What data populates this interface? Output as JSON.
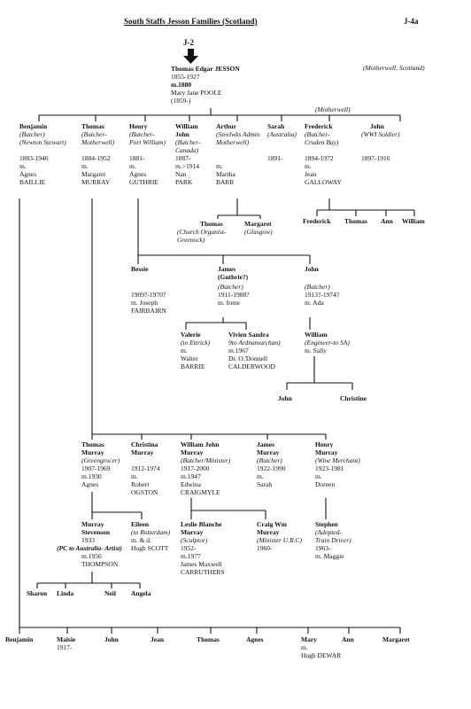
{
  "header": {
    "title": "South Staffs Jesson Families (Scotland)",
    "page_id": "J-4a",
    "ref": "J-2",
    "region_note": "(Motherwell, Scotland)"
  },
  "root": {
    "name": "Thomas Edgar JESSON",
    "dates": "1855-1927",
    "marriage": "m.1880",
    "spouse": "Mary Jane POOLE",
    "spouse_dates": "(1859-)"
  },
  "gen1_note": "(Motherwell)",
  "gen1": [
    {
      "name": "Benjamin",
      "occ": "(Butcher)\n(Newton Stewart)",
      "details": "1883-1946\nm.\nAgnes\nBAILLIE"
    },
    {
      "name": "Thomas",
      "occ": "(Butcher-\nMotherwell)",
      "details": "1884-1952\nm.\nMargaret\nMURRAY"
    },
    {
      "name": "Henry",
      "occ": "(Butcher-\nPort William)",
      "details": "1881-\nm.\nAgnes\nGUTHRIE"
    },
    {
      "name": "William\nJohn",
      "occ": "(Butcher-\nCanada)",
      "details": "1887-\nm.>1914\nNan\nPARK"
    },
    {
      "name": "Arthur",
      "occ": "(Steelwks Admin\nMotherwell)",
      "details": "m.\nMartha\nBARR"
    },
    {
      "name": "Sarah",
      "occ": "(Australia)",
      "details": "1891-"
    },
    {
      "name": "Frederick",
      "occ": "(Butcher-\nCruden Bay)",
      "details": "1894-1972\nm.\nJean\nGALLOWAY"
    },
    {
      "name": "John",
      "occ": "(WWI Soldier)",
      "details": "1897-1916"
    }
  ],
  "arthur_children": [
    {
      "name": "Thomas",
      "occ": "(Church Organist-\nGreenock)"
    },
    {
      "name": "Margaret",
      "occ": "(Glasgow)"
    }
  ],
  "frederick_children": [
    "Frederick",
    "Thomas",
    "Ann",
    "William"
  ],
  "henry_children": [
    {
      "name": "Bessie",
      "occ": "",
      "details": "1909?-1970?\nm. Joseph\nFAIRBAIRN"
    },
    {
      "name": "James\n(Guthrie?)",
      "occ": "(Butcher)",
      "details": "1911-1988?\nm. Irene"
    },
    {
      "name": "John",
      "occ": "(Butcher)",
      "details": "1913?-1974?\nm. Ada"
    }
  ],
  "james_children": [
    {
      "name": "Valerie",
      "occ": "(to Ettrick)",
      "details": "m.\nWalter\nBARRIE"
    },
    {
      "name": "Vivien Sandra",
      "occ": "9to Ardnamurchan)",
      "details": "m.1967\nDr. O.'Donnell\nCALDERWOOD"
    }
  ],
  "john_child": {
    "name": "William",
    "occ": "(Engineer-to SA)",
    "details": "m. Sally"
  },
  "william_children": [
    "John",
    "Christine"
  ],
  "thomas_children": [
    {
      "name": "Thomas\nMurray",
      "occ": "(Greengrocer)",
      "details": "1907-1969\nm.1930\nAgnes"
    },
    {
      "name": "Christina\nMurray",
      "occ": "",
      "details": "1912-1974\nm.\nRobert\nOGSTON"
    },
    {
      "name": "William John\nMurray",
      "occ": "(Butcher/Minister)",
      "details": "1917-2000\nm.1947\nEdwina\nCRAIGMYLE"
    },
    {
      "name": "James\nMurray",
      "occ": "(Butcher)",
      "details": "1922-1990\nm.\nSarah"
    },
    {
      "name": "Henry\nMurray",
      "occ": "(Wine Merchant)",
      "details": "1923-1981\nm.\nDoreen"
    }
  ],
  "thomas_murray_children": [
    {
      "name": "Murray\nStevenson",
      "occ": "",
      "details": "1933"
    },
    {
      "name": "Eileen",
      "occ": "(to Rotterdam)",
      "details": "m. & d.\nHugh SCOTT"
    }
  ],
  "murray_stevenson_extra": {
    "occ": "(PC to Australia- Artist)",
    "details": "m.1956\nTHOMPSON"
  },
  "murray_children": [
    "Sharon",
    "Linda",
    "Neil",
    "Angela"
  ],
  "william_john_murray_children": [
    {
      "name": "Leslie Blanche\nMurray",
      "occ": "(Sculptor)",
      "details": "1952-\nm.1977\nJames Maxwell\nCARRUTHERS"
    },
    {
      "name": "Craig Wm\nMurray",
      "occ": "(Minister U.R.C)",
      "details": "1960-"
    }
  ],
  "henry_murray_child": {
    "name": "Stephen",
    "occ": "(Adopted-\nTrain Driver)",
    "details": "1963-\nm. Maggie"
  },
  "benjamin_children": [
    {
      "name": "Benjamin",
      "details": ""
    },
    {
      "name": "Maisie",
      "details": "1917-"
    },
    {
      "name": "John",
      "details": ""
    },
    {
      "name": "Jean",
      "details": ""
    },
    {
      "name": "Thomas",
      "details": ""
    },
    {
      "name": "Agnes",
      "details": ""
    },
    {
      "name": "Mary",
      "details": "m.\nHugh DEWAR"
    },
    {
      "name": "Ann",
      "details": ""
    },
    {
      "name": "Margaret",
      "details": ""
    }
  ]
}
